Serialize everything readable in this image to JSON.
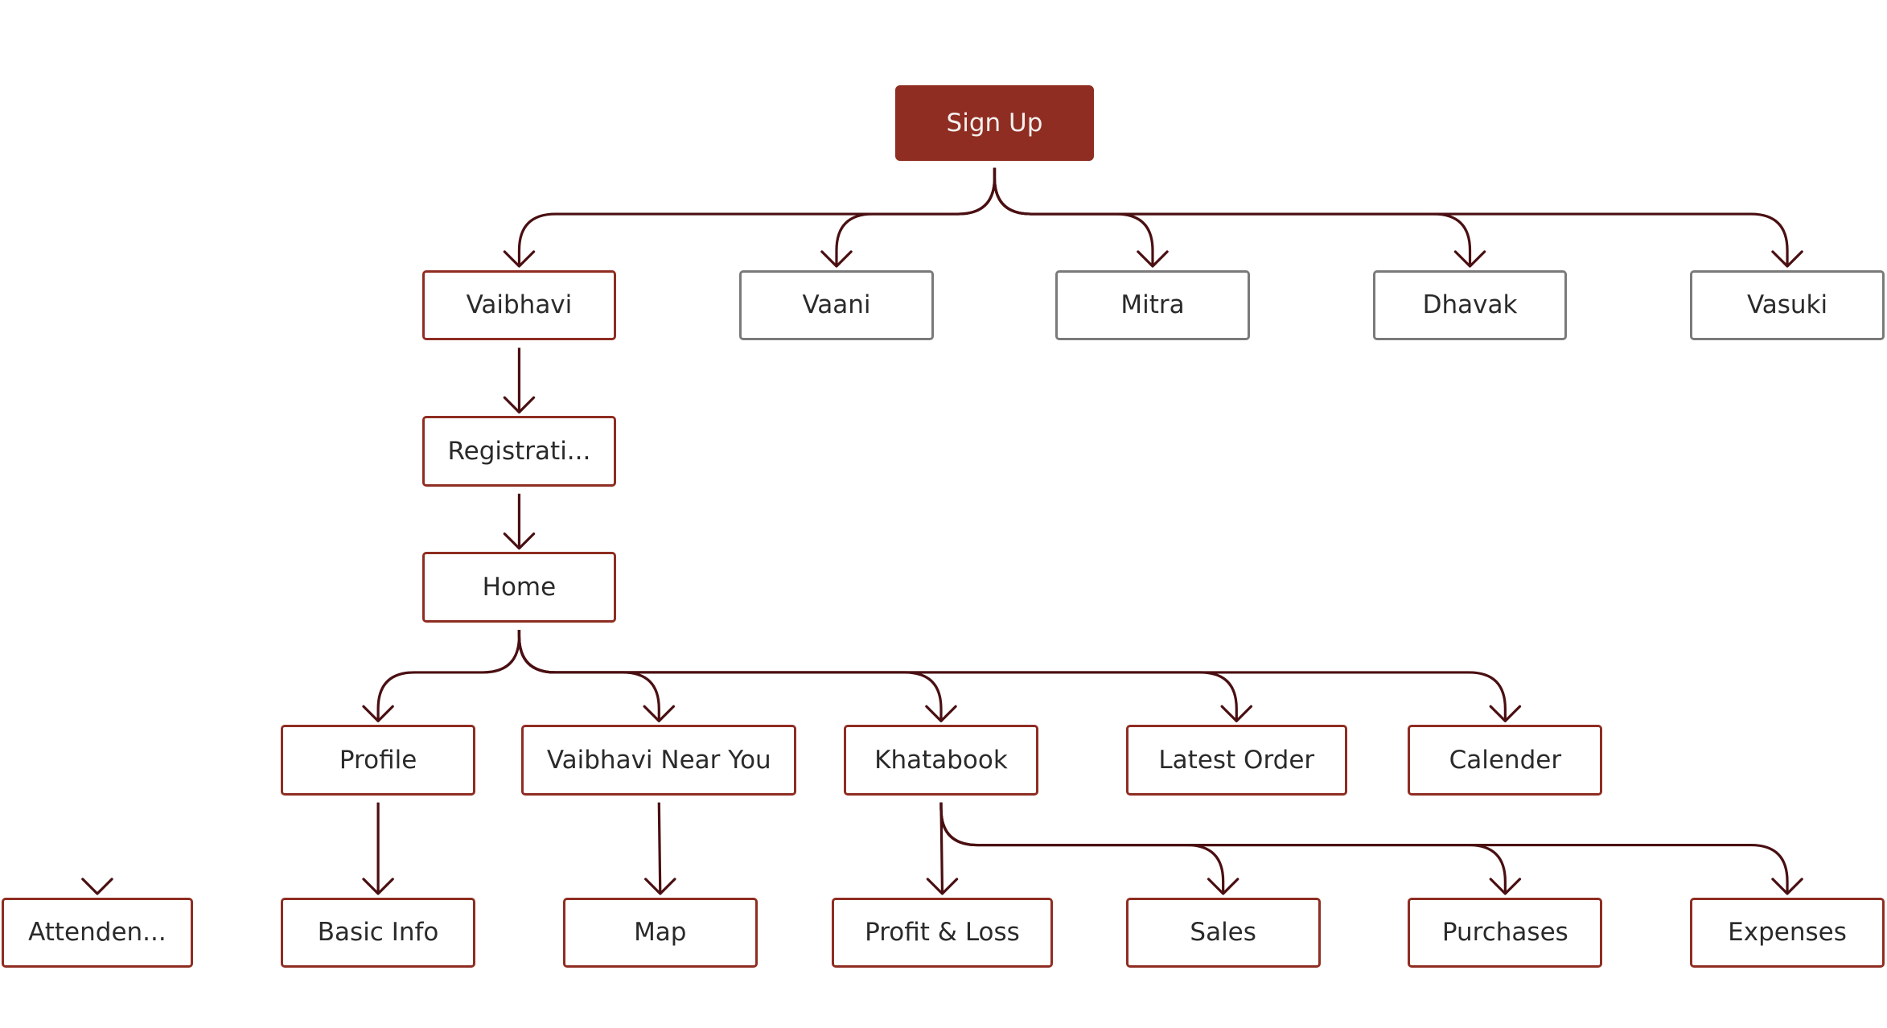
{
  "diagram": {
    "type": "tree",
    "colors": {
      "accent": "#8f2d22",
      "inactive_border": "#7a7a7a",
      "edge": "#4a0f12"
    },
    "nodes": [
      {
        "id": "sign-up",
        "label": "Sign Up",
        "style": "root"
      },
      {
        "id": "vaibhavi",
        "label": "Vaibhavi",
        "style": "accent"
      },
      {
        "id": "vaani",
        "label": "Vaani",
        "style": "grey"
      },
      {
        "id": "mitra",
        "label": "Mitra",
        "style": "grey"
      },
      {
        "id": "dhavak",
        "label": "Dhavak",
        "style": "grey"
      },
      {
        "id": "vasuki",
        "label": "Vasuki",
        "style": "grey"
      },
      {
        "id": "registration",
        "label": "Registrati...",
        "style": "accent"
      },
      {
        "id": "home",
        "label": "Home",
        "style": "accent"
      },
      {
        "id": "profile",
        "label": "Profile",
        "style": "accent"
      },
      {
        "id": "vaibhavi-near-you",
        "label": "Vaibhavi Near You",
        "style": "accent"
      },
      {
        "id": "khatabook",
        "label": "Khatabook",
        "style": "accent"
      },
      {
        "id": "latest-order",
        "label": "Latest Order",
        "style": "accent"
      },
      {
        "id": "calender",
        "label": "Calender",
        "style": "accent"
      },
      {
        "id": "attendance",
        "label": "Attenden...",
        "style": "accent"
      },
      {
        "id": "basic-info",
        "label": "Basic Info",
        "style": "accent"
      },
      {
        "id": "map",
        "label": "Map",
        "style": "accent"
      },
      {
        "id": "profit-loss",
        "label": "Profit & Loss",
        "style": "accent"
      },
      {
        "id": "sales",
        "label": "Sales",
        "style": "accent"
      },
      {
        "id": "purchases",
        "label": "Purchases",
        "style": "accent"
      },
      {
        "id": "expenses",
        "label": "Expenses",
        "style": "accent"
      }
    ],
    "edges": [
      {
        "from": "sign-up",
        "to": "vaibhavi"
      },
      {
        "from": "sign-up",
        "to": "vaani"
      },
      {
        "from": "sign-up",
        "to": "mitra"
      },
      {
        "from": "sign-up",
        "to": "dhavak"
      },
      {
        "from": "sign-up",
        "to": "vasuki"
      },
      {
        "from": "vaibhavi",
        "to": "registration"
      },
      {
        "from": "registration",
        "to": "home"
      },
      {
        "from": "home",
        "to": "profile"
      },
      {
        "from": "home",
        "to": "vaibhavi-near-you"
      },
      {
        "from": "home",
        "to": "khatabook"
      },
      {
        "from": "home",
        "to": "latest-order"
      },
      {
        "from": "home",
        "to": "calender"
      },
      {
        "from": "profile",
        "to": "attendance"
      },
      {
        "from": "profile",
        "to": "basic-info"
      },
      {
        "from": "vaibhavi-near-you",
        "to": "map"
      },
      {
        "from": "khatabook",
        "to": "profit-loss"
      },
      {
        "from": "khatabook",
        "to": "sales"
      },
      {
        "from": "khatabook",
        "to": "purchases"
      },
      {
        "from": "khatabook",
        "to": "expenses"
      }
    ]
  }
}
